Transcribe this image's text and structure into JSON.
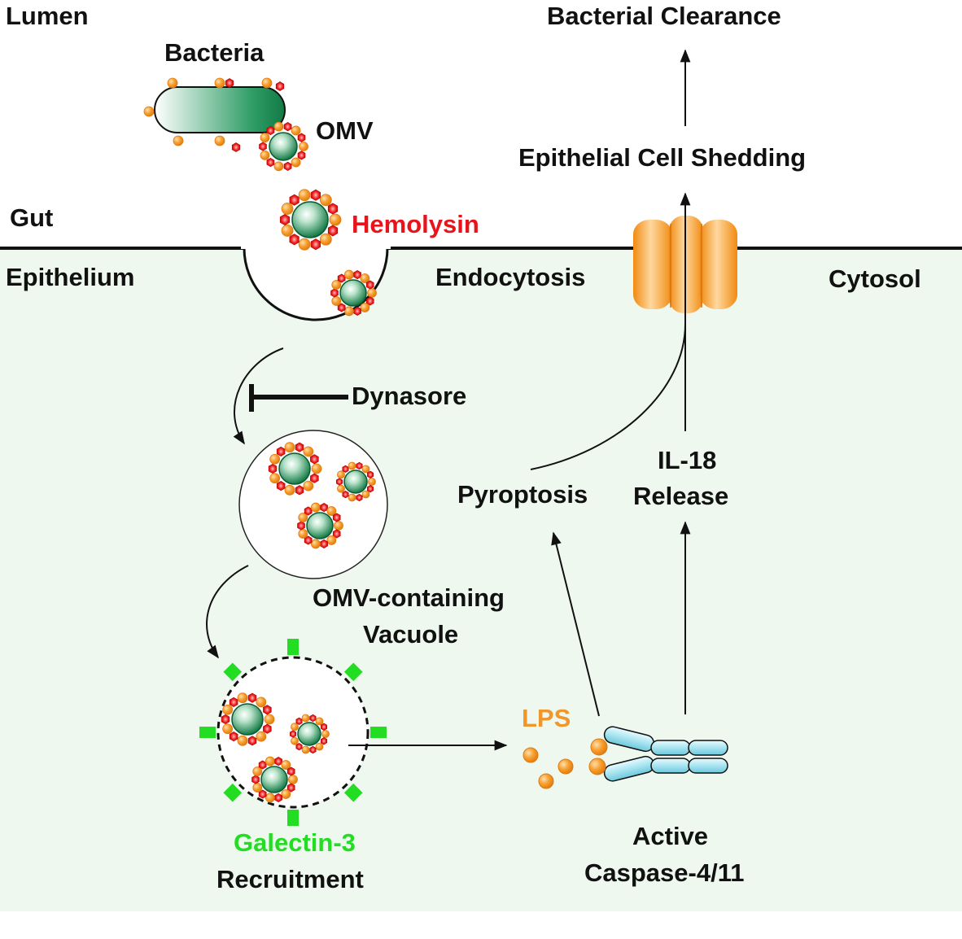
{
  "regions": {
    "lumen": "Lumen",
    "gut": "Gut",
    "epithelium": "Epithelium",
    "cytosol": "Cytosol"
  },
  "labels": {
    "bacteria": "Bacteria",
    "omv": "OMV",
    "hemolysin": "Hemolysin",
    "endocytosis": "Endocytosis",
    "dynasore": "Dynasore",
    "vacuole_line1": "OMV-containing",
    "vacuole_line2": "Vacuole",
    "galectin": "Galectin-3",
    "recruitment": "Recruitment",
    "lps": "LPS",
    "caspase_line1": "Active",
    "caspase_line2": "Caspase-4/11",
    "pyroptosis": "Pyroptosis",
    "il18_line1": "IL-18",
    "il18_line2": "Release",
    "shedding": "Epithelial Cell Shedding",
    "clearance": "Bacterial Clearance"
  },
  "colors": {
    "cytosol_bg": "#eef8ef",
    "hemolysin": "#e8141c",
    "lps": "#f0962a",
    "galectin": "#22dd22",
    "bacteria_green": "#1f8f55",
    "caspase": "#a8e4f0",
    "channel": "#f7a030"
  }
}
